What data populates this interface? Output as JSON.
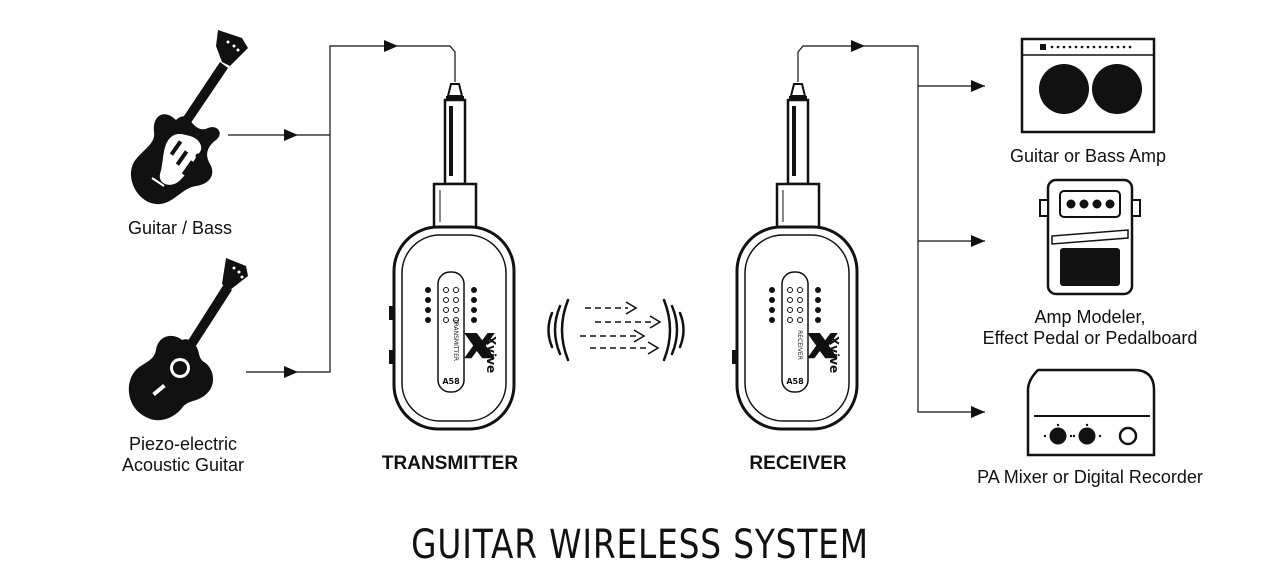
{
  "title": "GUITAR WIRELESS SYSTEM",
  "sources": [
    {
      "label_lines": [
        "Guitar / Bass"
      ],
      "icon": "electric-guitar-icon"
    },
    {
      "label_lines": [
        "Piezo-electric",
        "Acoustic Guitar"
      ],
      "icon": "acoustic-guitar-icon"
    }
  ],
  "devices": {
    "transmitter": {
      "label": "TRANSMITTER",
      "body_text": "TRANSMITTER",
      "model": "A58",
      "brand": "Xvive"
    },
    "receiver": {
      "label": "RECEIVER",
      "body_text": "RECEIVER",
      "model": "A58",
      "brand": "Xvive"
    }
  },
  "destinations": [
    {
      "label_lines": [
        "Guitar or Bass Amp"
      ],
      "icon": "amplifier-icon"
    },
    {
      "label_lines": [
        "Amp Modeler,",
        "Effect Pedal or Pedalboard"
      ],
      "icon": "effect-pedal-icon"
    },
    {
      "label_lines": [
        "PA Mixer or Digital Recorder"
      ],
      "icon": "mixer-icon"
    }
  ],
  "colors": {
    "ink": "#111111",
    "background": "#ffffff"
  }
}
